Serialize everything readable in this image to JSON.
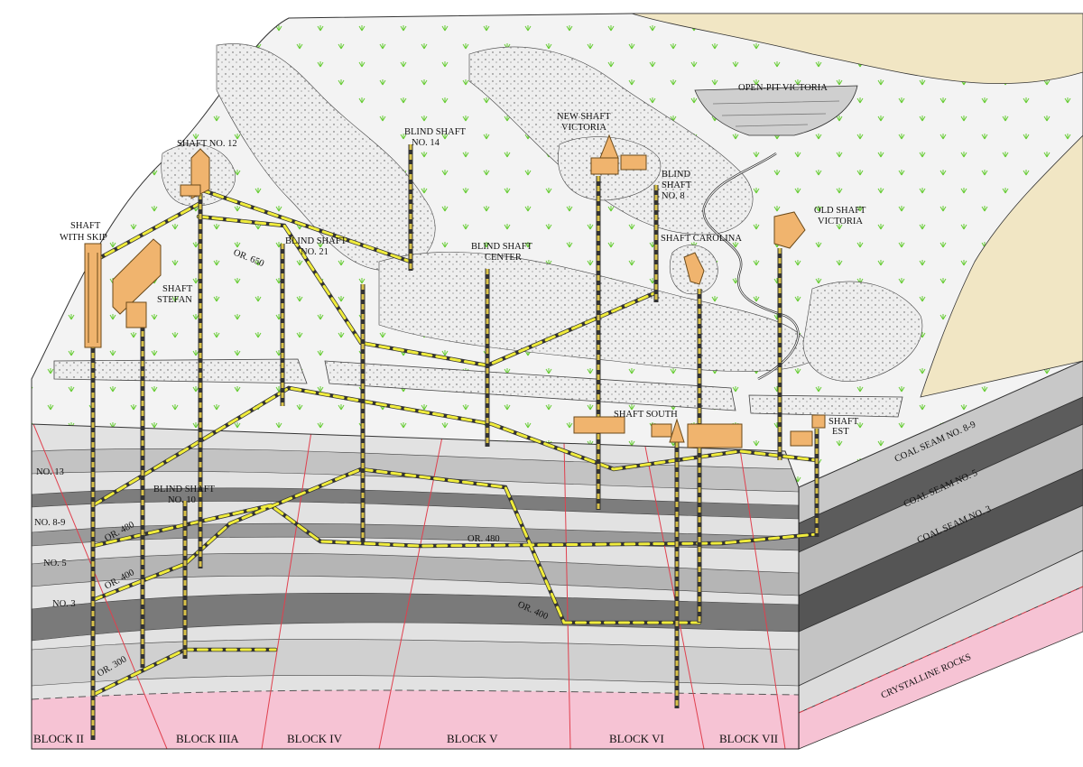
{
  "labels": {
    "open_pit_victoria": "OPEN-PIT VICTORIA",
    "shaft_no12": "SHAFT NO. 12",
    "blind_shaft_no14_l1": "BLIND SHAFT",
    "blind_shaft_no14_l2": "NO. 14",
    "new_shaft_victoria_l1": "NEW SHAFT",
    "new_shaft_victoria_l2": "VICTORIA",
    "blind_shaft_no8_l1": "BLIND",
    "blind_shaft_no8_l2": "SHAFT",
    "blind_shaft_no8_l3": "NO. 8",
    "old_shaft_victoria_l1": "OLD SHAFT",
    "old_shaft_victoria_l2": "VICTORIA",
    "shaft_with_skip_l1": "SHAFT",
    "shaft_with_skip_l2": "WITH SKIP",
    "shaft_stefan_l1": "SHAFT",
    "shaft_stefan_l2": "STEFAN",
    "or650": "OR. 650",
    "blind_shaft_no21_l1": "BLIND SHAFT",
    "blind_shaft_no21_l2": "NO. 21",
    "blind_shaft_center_l1": "BLIND SHAFT",
    "blind_shaft_center_l2": "CENTER",
    "shaft_carolina": "SHAFT CAROLINA",
    "shaft_south": "SHAFT SOUTH",
    "shaft_est_l1": "SHAFT",
    "shaft_est_l2": "EST",
    "no13": "NO. 13",
    "no89": "NO. 8-9",
    "no5": "NO. 5",
    "no3": "NO. 3",
    "blind_shaft_no10_l1": "BLIND SHAFT",
    "blind_shaft_no10_l2": "NO. 10",
    "or480_left": "OR. 480",
    "or480_mid": "OR. 480",
    "or400_left": "OR. 400",
    "or400_mid": "OR. 400",
    "or300": "OR. 300",
    "coal_seam_89": "COAL SEAM NO. 8-9",
    "coal_seam_5": "COAL SEAM NO. 5",
    "coal_seam_3": "COAL SEAM NO. 3",
    "crystalline_rocks": "CRYSTALLINE ROCKS"
  },
  "blocks": [
    "BLOCK II",
    "BLOCK IIIA",
    "BLOCK IV",
    "BLOCK V",
    "BLOCK VI",
    "BLOCK VII"
  ],
  "colors": {
    "surface": "#f2f2f2",
    "stipple": "#e6e6e6",
    "sand": "#f1e6c4",
    "light_layer": "#e3e3e3",
    "mid_layer": "#b9b9b9",
    "coal_seam": "#7d7d7d",
    "dark_seam": "#5a5a5a",
    "crystalline": "#f6c3d4",
    "fault": "#e0404e",
    "gallery": "#f0ec3c",
    "shaft": "#8a6d1c",
    "building": "#f0b46e",
    "grass": "#66cc33"
  }
}
